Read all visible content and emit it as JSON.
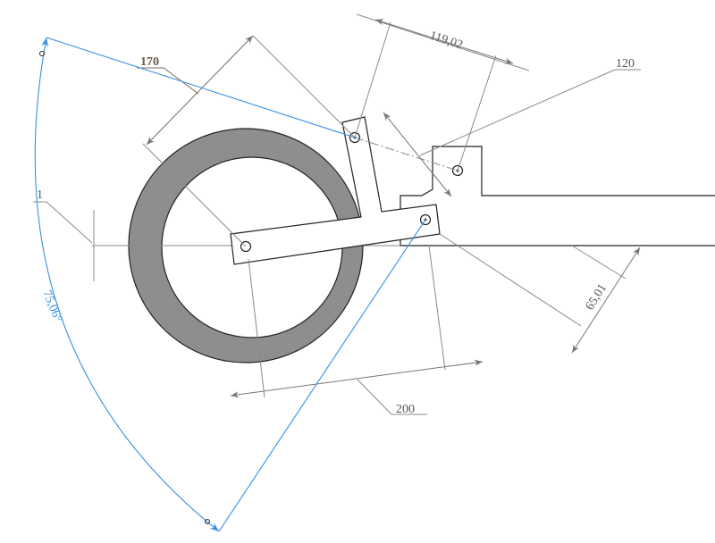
{
  "dimensions": {
    "link_length": "170",
    "offset": "1",
    "angle": "75,06°",
    "pin_distance": "119,02",
    "radius": "120",
    "slot_offset": "65,01",
    "base_length": "200"
  },
  "colors": {
    "sketch_line": "#222222",
    "dimension": "#8a8a8a",
    "driven_dimension": "#3b8fe0",
    "ring_fill": "#8e8e8e"
  }
}
